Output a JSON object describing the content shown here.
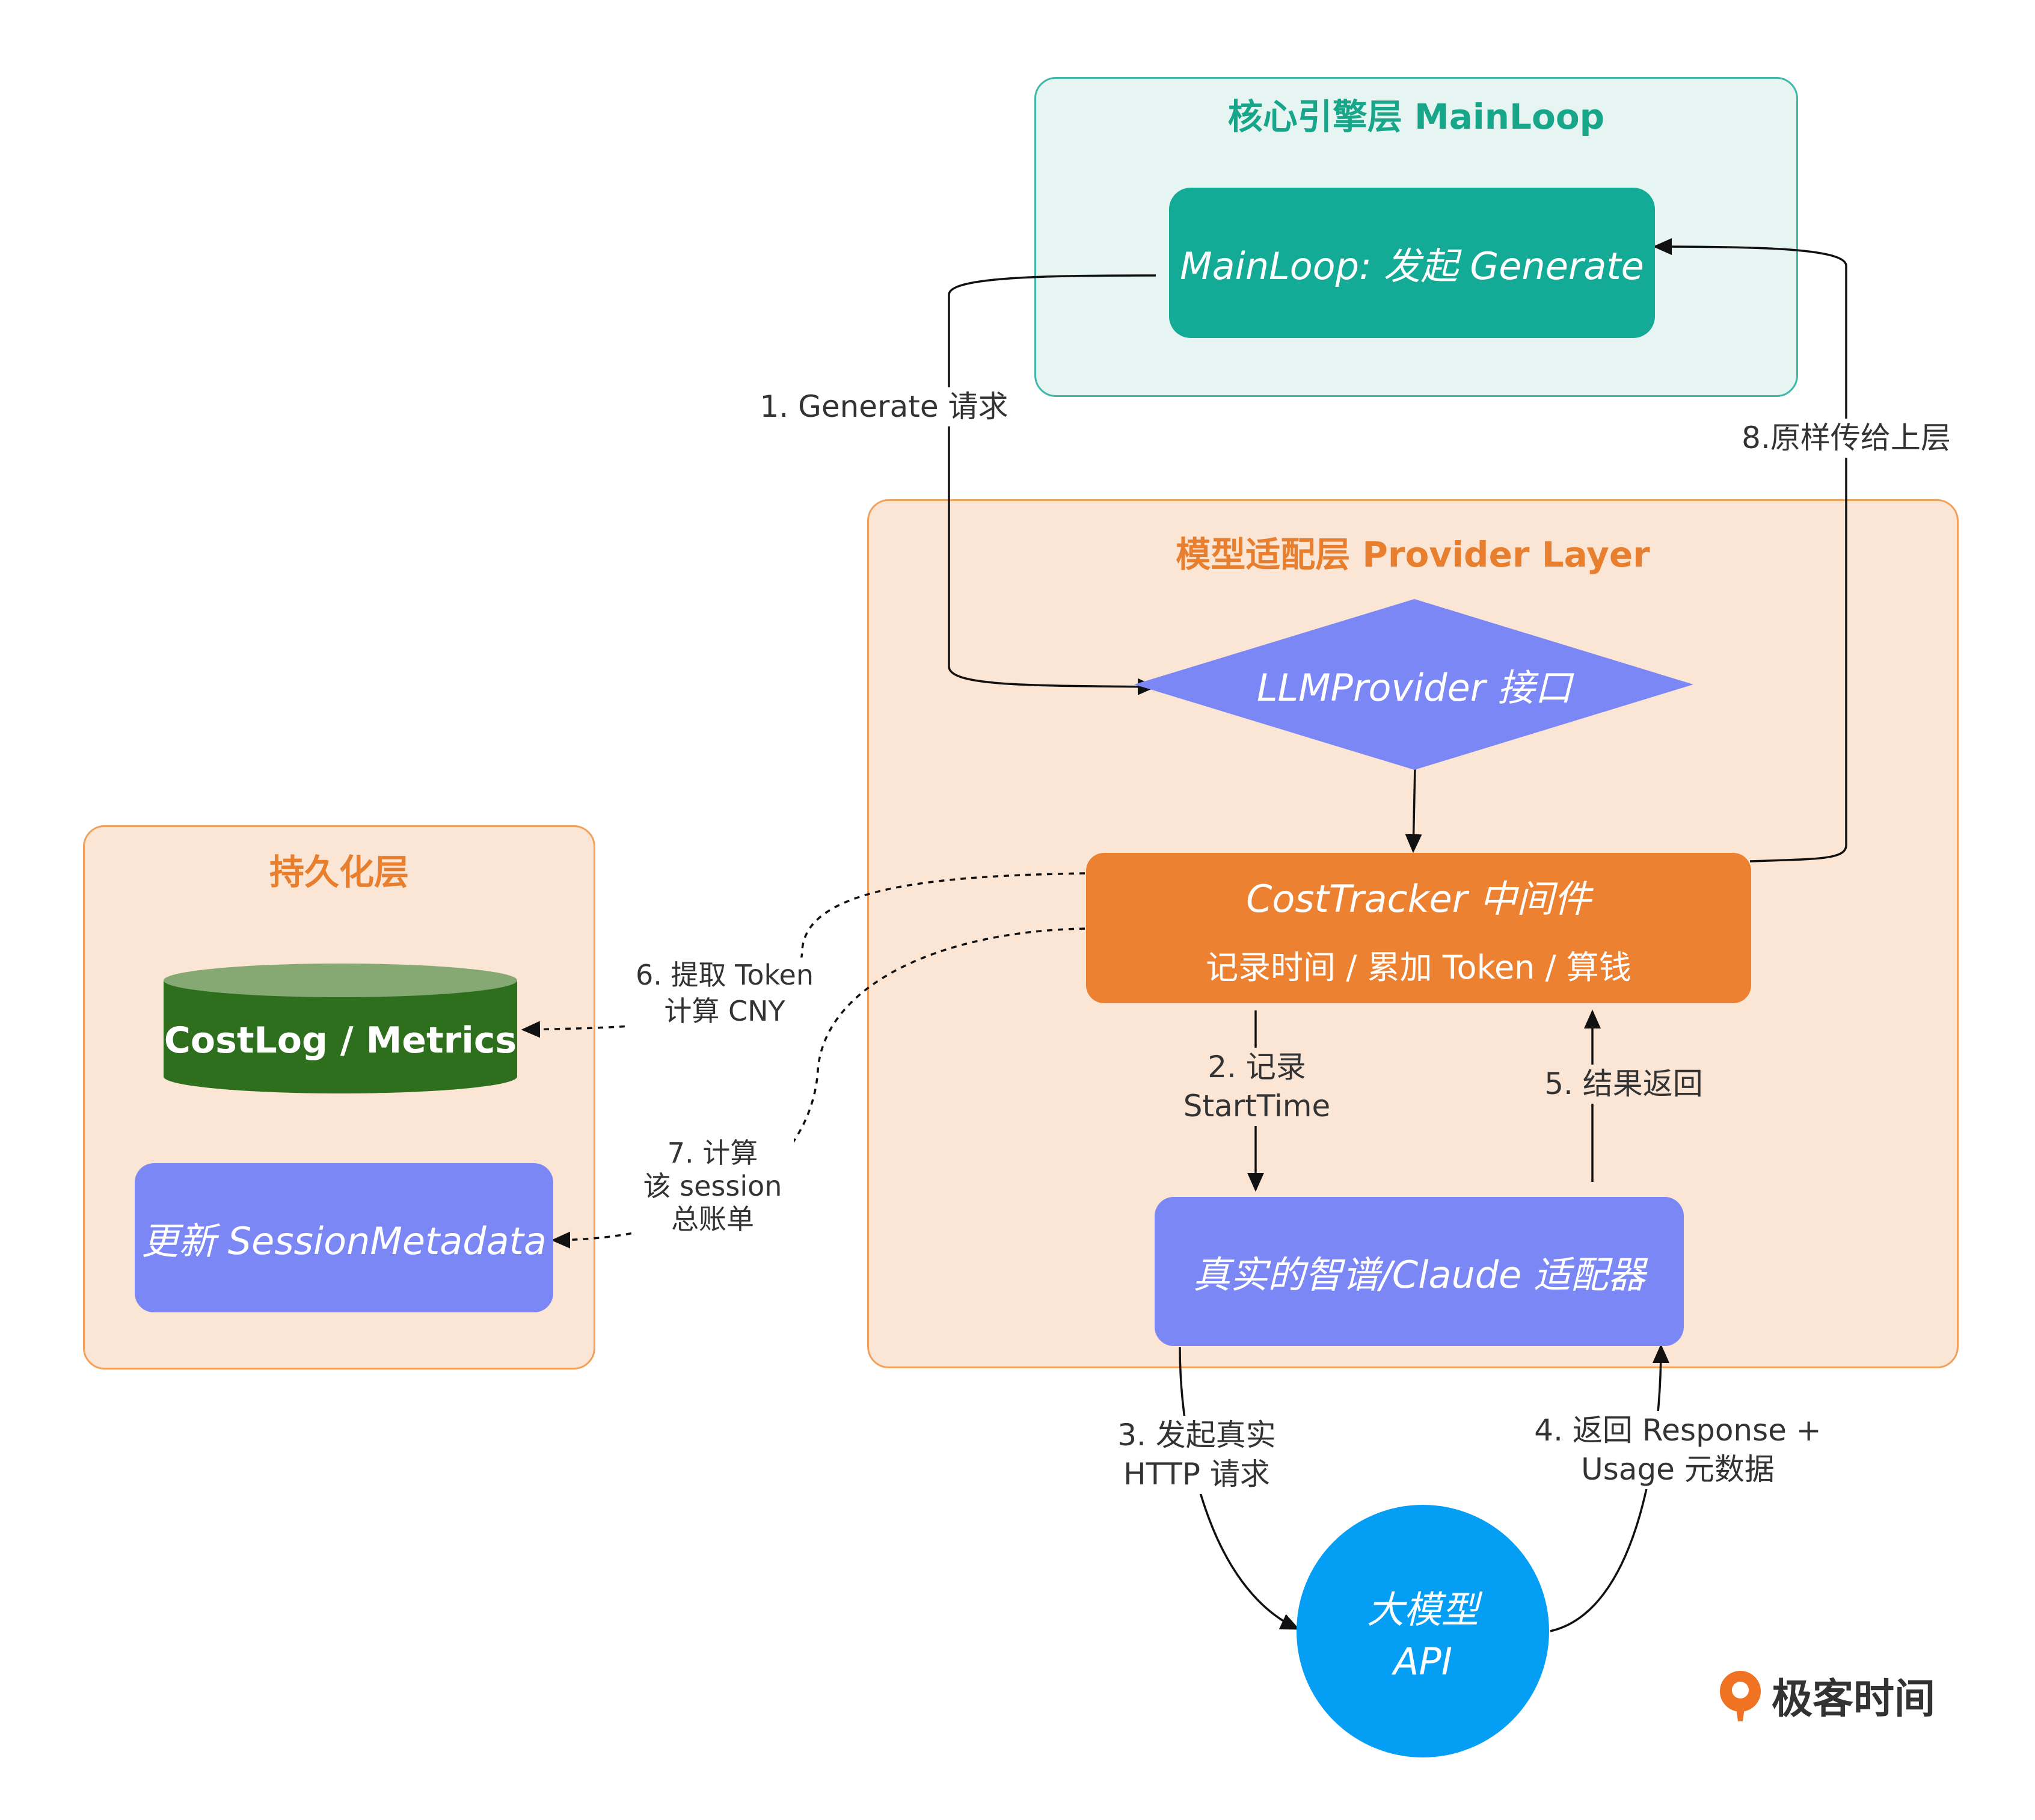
{
  "layers": {
    "core": {
      "title": "核心引擎层 MainLoop",
      "color": "#17a689"
    },
    "provider": {
      "title": "模型适配层 Provider Layer",
      "color": "#e87f2e"
    },
    "persistence": {
      "title": "持久化层",
      "color": "#e87f2e"
    }
  },
  "nodes": {
    "mainloop": "MainLoop: 发起 Generate",
    "llm_provider": "LLMProvider 接口",
    "cost_tracker": {
      "title": "CostTracker 中间件",
      "subtitle": "记录时间 / 累加 Token / 算钱"
    },
    "adapter": "真实的智谱/Claude 适配器",
    "api": {
      "line1": "大模型",
      "line2": "API"
    },
    "costlog": "CostLog / Metrics",
    "session_update": "更新 SessionMetadata"
  },
  "edges": {
    "step1": "1. Generate 请求",
    "step2": {
      "line1": "2. 记录",
      "line2": "StartTime"
    },
    "step3": {
      "line1": "3. 发起真实",
      "line2": "HTTP 请求"
    },
    "step4": {
      "line1": "4. 返回 Response +",
      "line2": "Usage 元数据"
    },
    "step5": "5. 结果返回",
    "step6": {
      "line1": "6. 提取 Token",
      "line2": "计算 CNY"
    },
    "step7": {
      "line1": "7. 计算",
      "line2": "该 session",
      "line3": "总账单"
    },
    "step8": "8.原样传给上层"
  },
  "watermark": {
    "text": "极客时间",
    "icon": "geektime-logo-icon"
  },
  "colors": {
    "teal_node": "#14ab96",
    "orange_node": "#ed8132",
    "purple_node": "#7b87f5",
    "api_blue": "#049ef5",
    "cylinder_green": "#2e6f1e",
    "cylinder_top": "#86a872"
  }
}
